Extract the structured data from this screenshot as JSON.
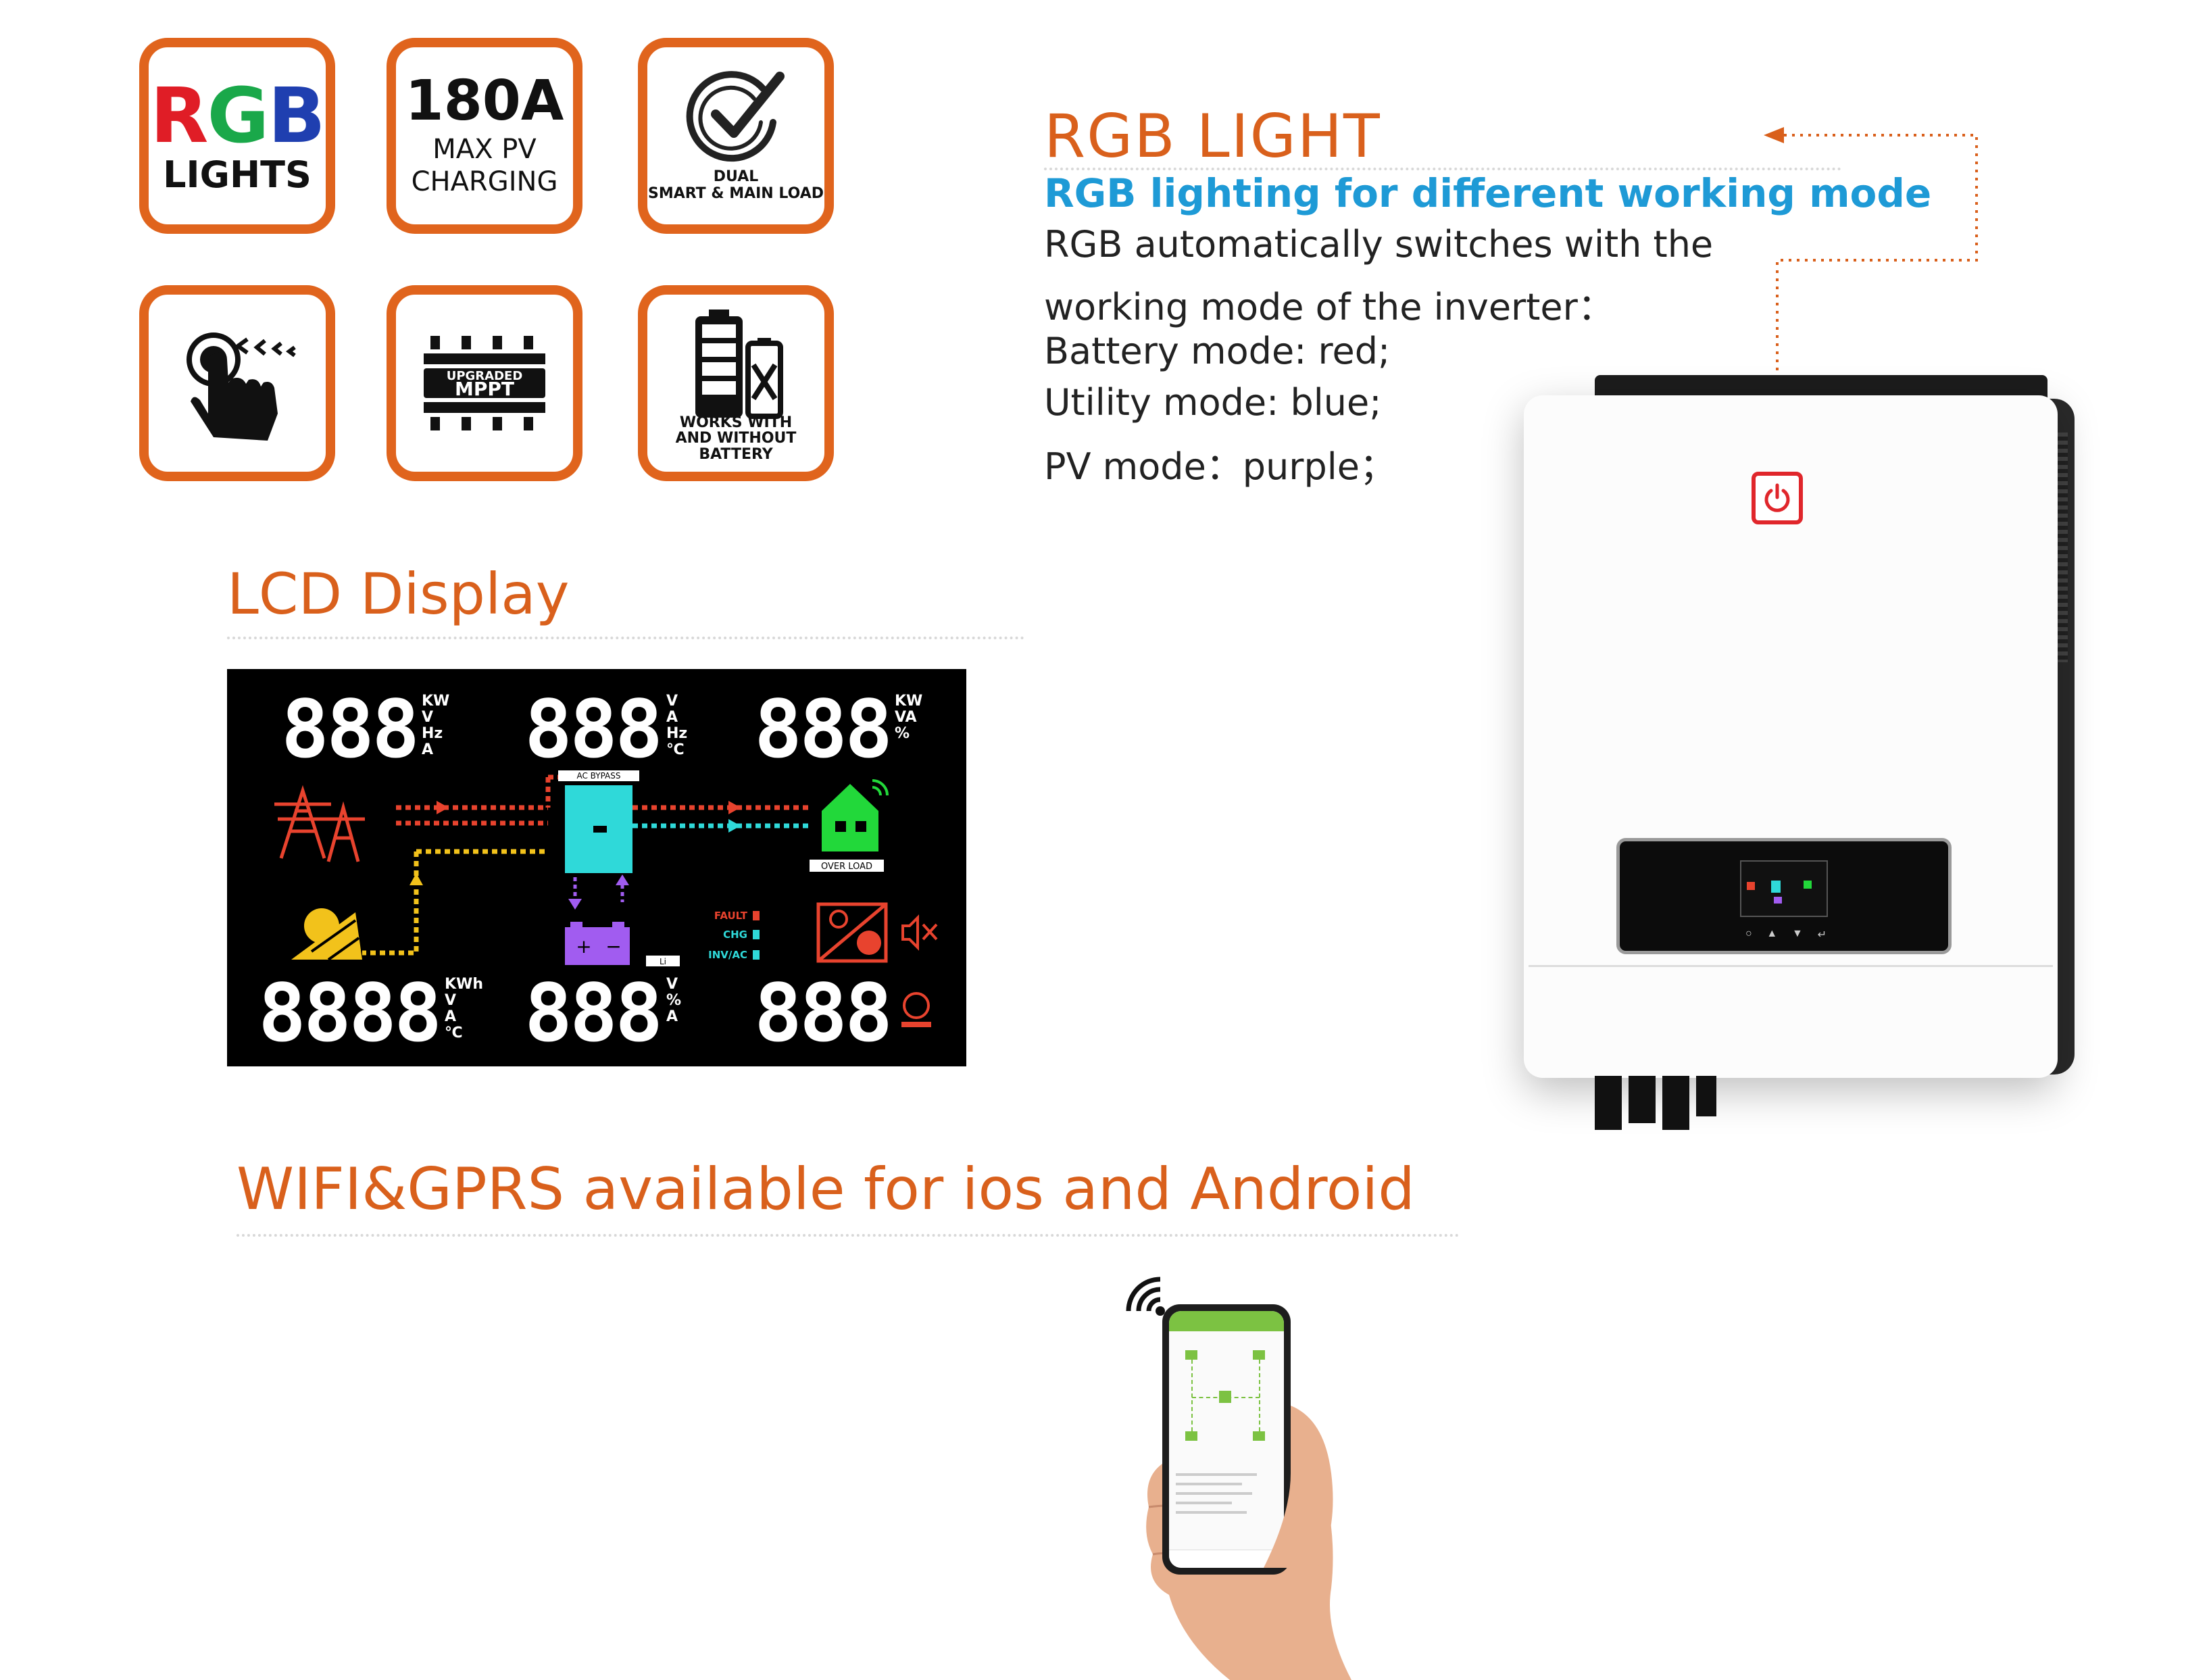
{
  "badges": {
    "rgb": {
      "line1": "RGB",
      "line2": "LIGHTS",
      "colors": [
        "#e01d26",
        "#1aa84a",
        "#1f3fb0"
      ]
    },
    "charging": {
      "line1": "180A",
      "line2": "MAX PV",
      "line3": "CHARGING"
    },
    "dual": {
      "line1": "DUAL",
      "line2": "SMART & MAIN LOAD"
    },
    "touch": {
      "icon": "touch-hand-icon"
    },
    "mppt": {
      "line1": "UPGRADED",
      "line2": "MPPT"
    },
    "battery": {
      "line1": "WORKS WITH",
      "line2": "AND WITHOUT",
      "line3": "BATTERY"
    }
  },
  "rgb_section": {
    "title": "RGB LIGHT",
    "subtitle": "RGB lighting for different working mode",
    "lines": [
      "RGB automatically switches with the",
      "working mode of the inverter：",
      "Battery mode: red;",
      "Utility mode: blue;",
      "PV mode：purple；"
    ]
  },
  "lcd_section": {
    "title": "LCD Display",
    "digits": {
      "top_left": "888",
      "top_mid": "888",
      "top_right": "888",
      "bottom_left": "8888",
      "bottom_mid": "888",
      "bottom_right": "888"
    },
    "units": {
      "top_left": [
        "KW",
        "V",
        "Hz",
        "A"
      ],
      "top_mid": [
        "V",
        "A",
        "Hz",
        "℃"
      ],
      "top_right": [
        "KW",
        "VA",
        "%"
      ],
      "bottom_left": [
        "KWh",
        "V",
        "A",
        "℃"
      ],
      "bottom_mid": [
        "V",
        "%",
        "A"
      ]
    },
    "labels": {
      "ac_bypass": "AC BYPASS",
      "over_load": "OVER LOAD",
      "li": "Li",
      "fault": "FAULT",
      "chg": "CHG",
      "inv_ac": "INV/AC"
    },
    "colors": {
      "grid": "#e8432e",
      "solar": "#f2c21b",
      "inverter": "#2fd9d9",
      "house": "#22d83a",
      "battery": "#a15cf0"
    }
  },
  "wifi_section": {
    "title": "WIFI&GPRS available for ios and Android"
  },
  "accent_color": "#d9601c"
}
